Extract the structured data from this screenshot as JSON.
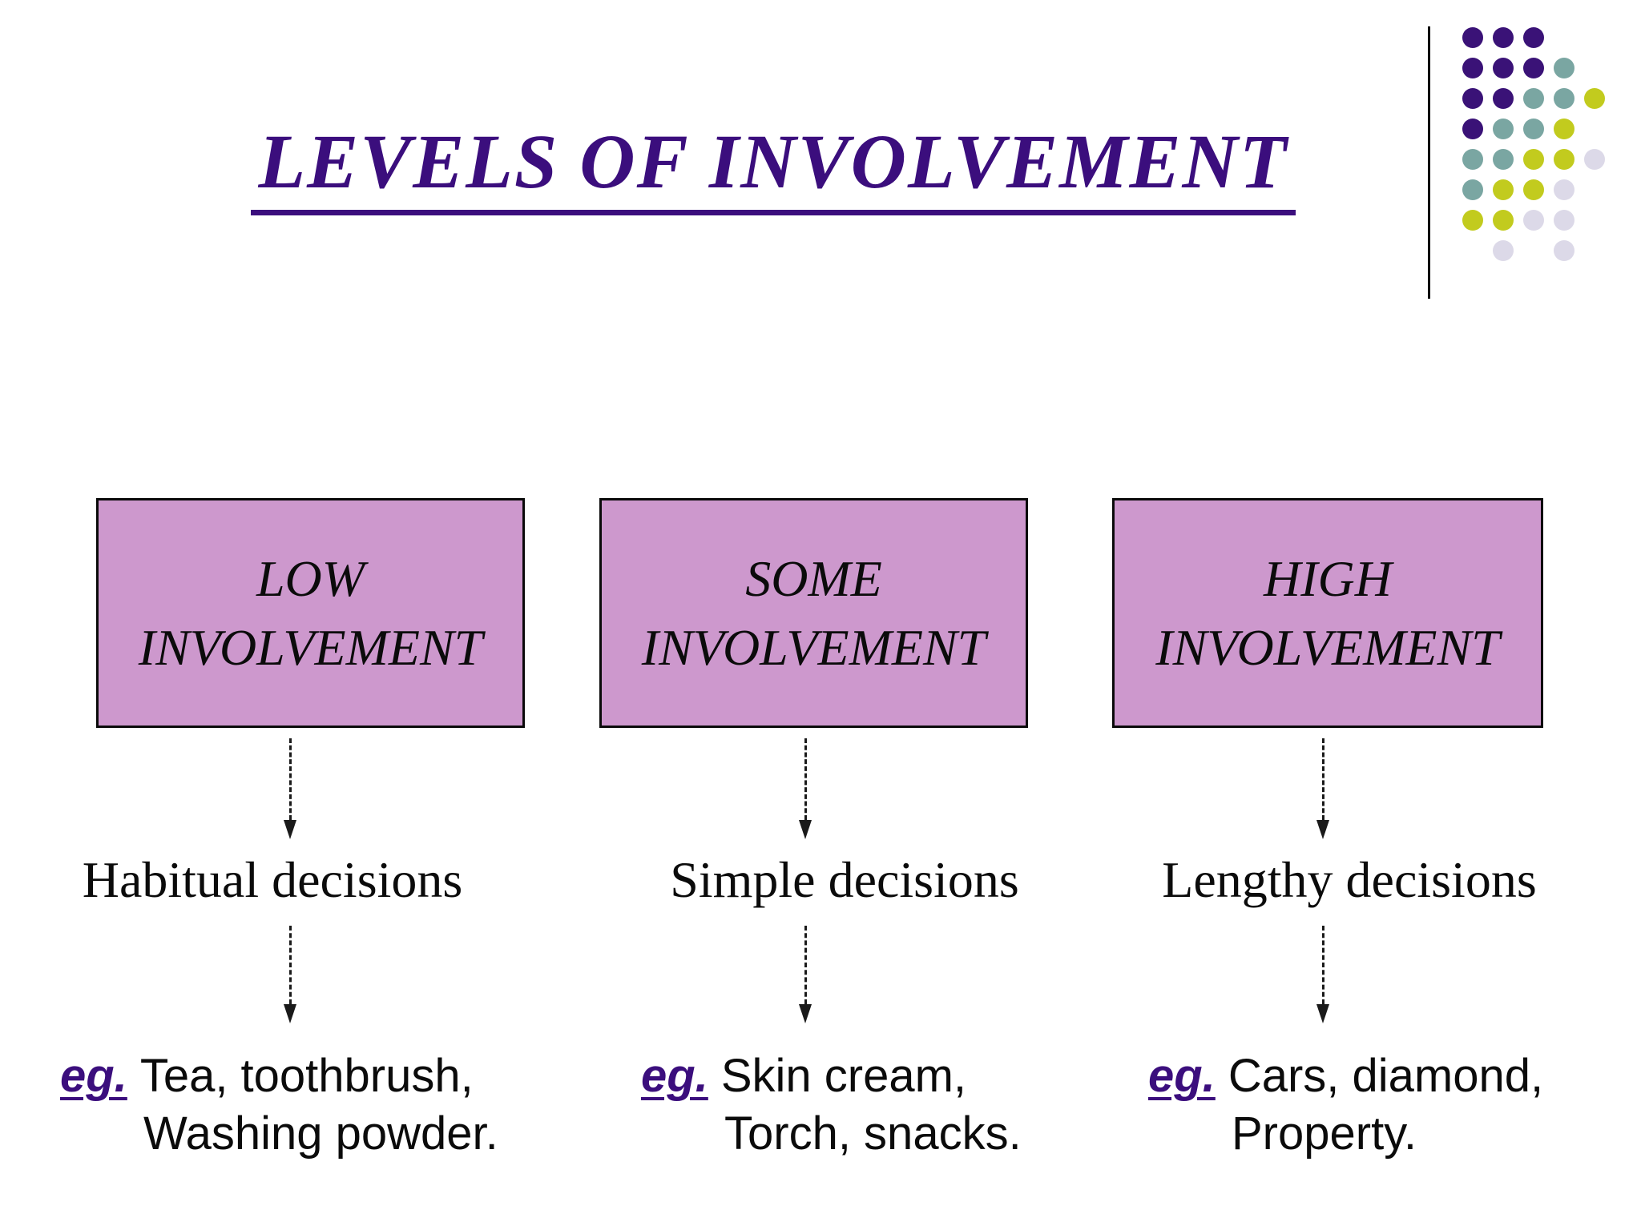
{
  "title": "LEVELS OF INVOLVEMENT",
  "columns": [
    {
      "box_line1": "LOW",
      "box_line2": "INVOLVEMENT",
      "decision": "Habitual decisions",
      "eg_label": "eg.",
      "example_line1": "Tea, toothbrush,",
      "example_line2": "Washing powder."
    },
    {
      "box_line1": "SOME",
      "box_line2": "INVOLVEMENT",
      "decision": "Simple decisions",
      "eg_label": "eg.",
      "example_line1": "Skin cream,",
      "example_line2": "Torch, snacks."
    },
    {
      "box_line1": "HIGH",
      "box_line2": "INVOLVEMENT",
      "decision": "Lengthy decisions",
      "eg_label": "eg.",
      "example_line1": "Cars, diamond,",
      "example_line2": "Property."
    }
  ],
  "colors": {
    "background": "#FFFFFF",
    "title_purple": "#3B0E7D",
    "box_fill": "#CD98CD",
    "box_border": "#0A0A0A",
    "body_text": "#0B0B0B",
    "eg_purple": "#3B0E7D",
    "dot_purple": "#3A1277",
    "dot_teal": "#7AA6A2",
    "dot_yellow": "#C2CB1E",
    "dot_lavender": "#DCD9E8",
    "decoration_line": "#000000"
  },
  "decoration": {
    "grid": [
      [
        "p",
        "p",
        "p",
        null,
        null
      ],
      [
        "p",
        "p",
        "p",
        "t",
        null
      ],
      [
        "p",
        "p",
        "t",
        "t",
        "y"
      ],
      [
        "p",
        "t",
        "t",
        "y",
        null
      ],
      [
        "t",
        "t",
        "y",
        "y",
        "l"
      ],
      [
        "t",
        "y",
        "y",
        "l",
        null
      ],
      [
        "y",
        "y",
        "l",
        "l",
        null
      ],
      [
        null,
        "l",
        null,
        "l",
        null
      ]
    ]
  }
}
